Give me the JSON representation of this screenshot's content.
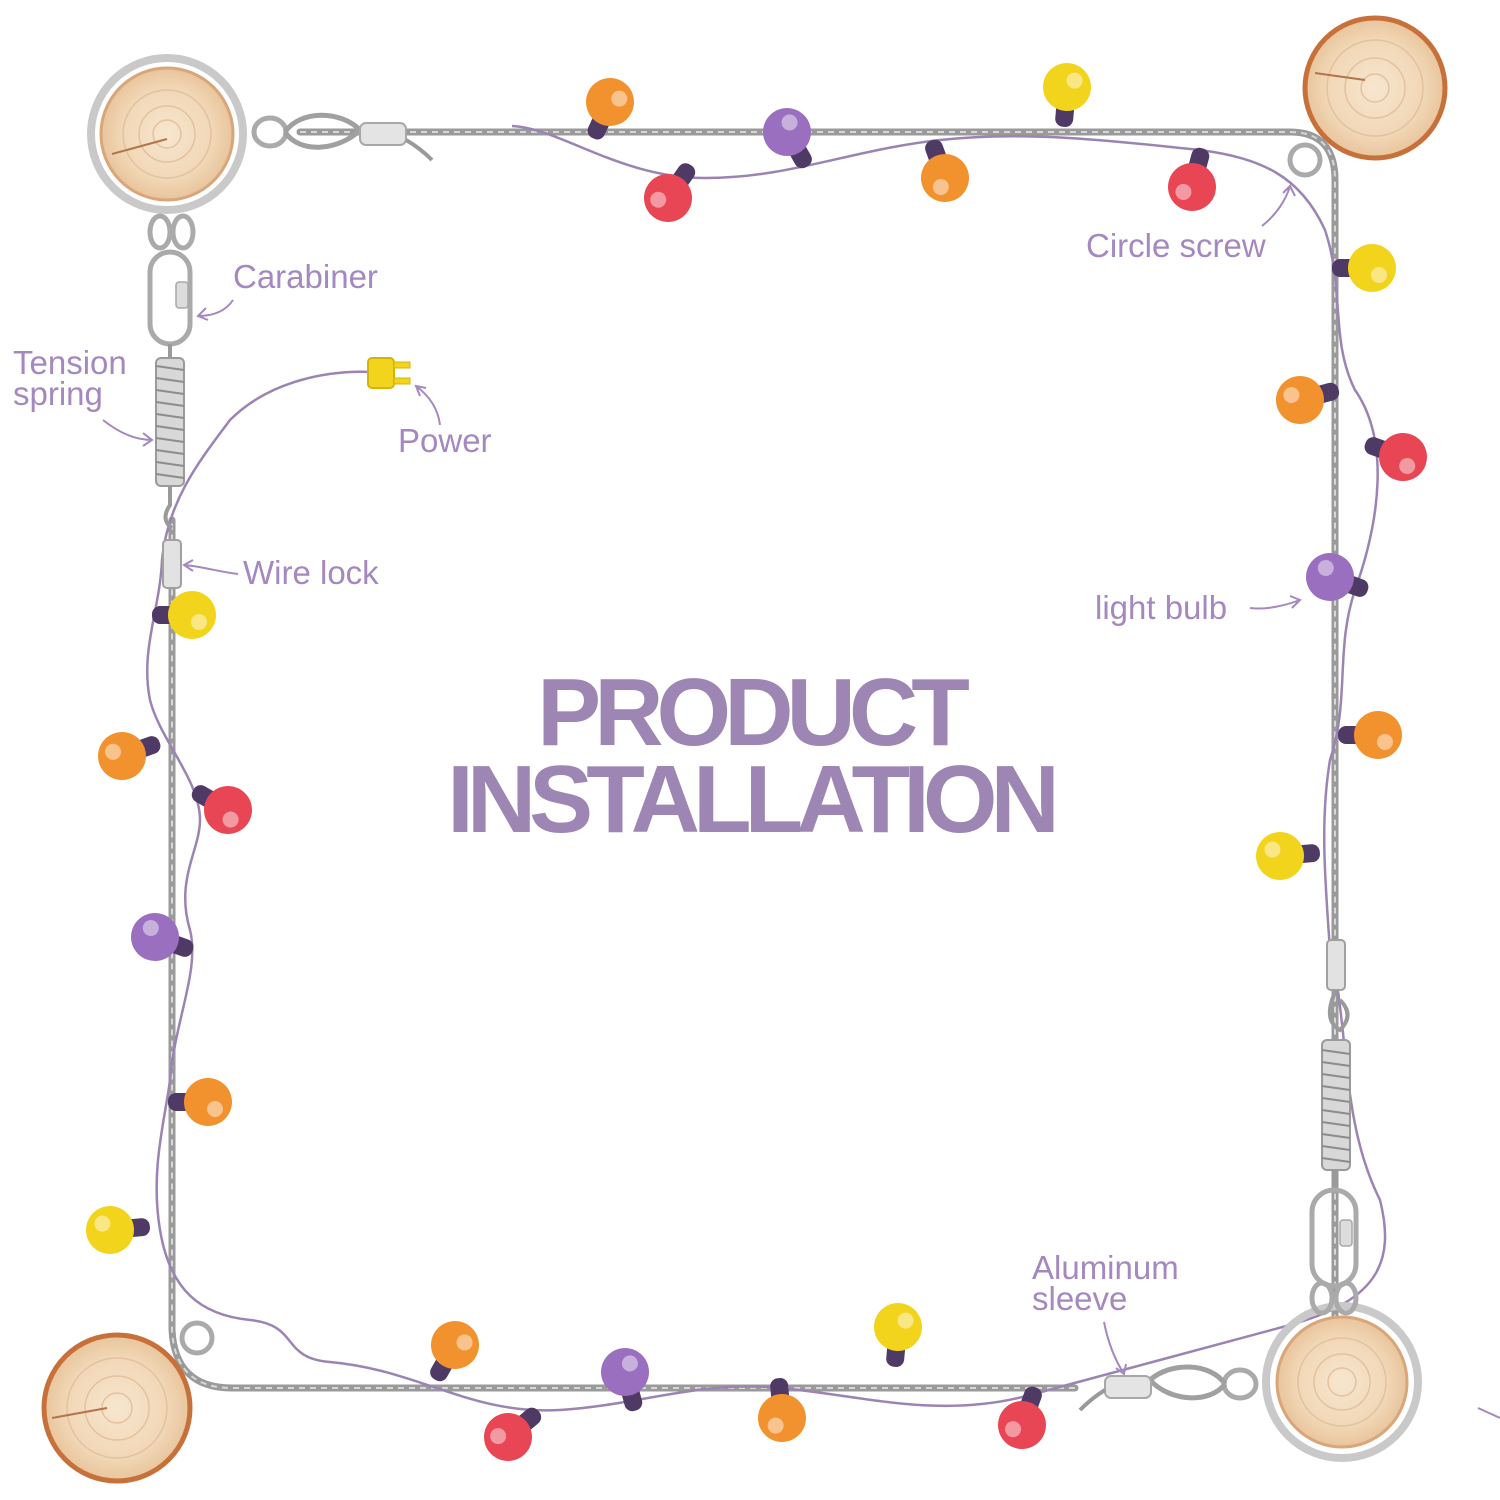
{
  "title": {
    "line1": "PRODUCT",
    "line2": "INSTALLATION"
  },
  "labels": {
    "carabiner": "Carabiner",
    "tension_spring_1": "Tension",
    "tension_spring_2": "spring",
    "power": "Power",
    "wire_lock": "Wire lock",
    "circle_screw": "Circle screw",
    "light_bulb": "light bulb",
    "aluminum_sleeve_1": "Aluminum",
    "aluminum_sleeve_2": "sleeve"
  },
  "colors": {
    "label": "#a488bf",
    "title": "#9d86b3",
    "wire": "#8f8f8f",
    "light_string": "#9b84b4",
    "bulb_socket": "#4f3a66",
    "bulb_yellow": "#f2d41c",
    "bulb_orange": "#f2922e",
    "bulb_red": "#e84655",
    "bulb_purple": "#9a6fc0",
    "wood": "#f3dcc0",
    "bark": "#c8703a"
  },
  "icons": [
    "wood-post-icon",
    "carabiner-icon",
    "tension-spring-icon",
    "power-plug-icon",
    "wire-lock-icon",
    "circle-screw-icon",
    "aluminum-sleeve-icon",
    "light-bulb-icon"
  ]
}
